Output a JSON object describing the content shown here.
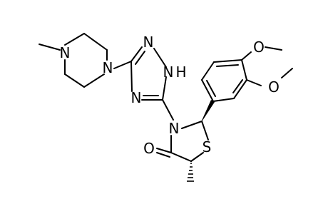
{
  "molecule": {
    "atoms": {
      "piperazine_n_methyl": "N",
      "piperazine_n_aryl": "N",
      "triazole_n1": "N",
      "triazole_nh": "H",
      "triazole_n4": "N",
      "thiazolidine_n": "N",
      "thiazolidine_s": "S",
      "carbonyl_o": "O",
      "methoxy_o_upper": "O",
      "methoxy_o_lower": "O"
    }
  },
  "colors": {
    "ink": "#000000",
    "background": "#ffffff"
  }
}
